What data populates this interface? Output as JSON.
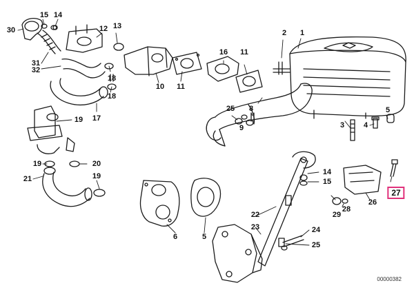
{
  "diagram": {
    "drawing_number": "00000382",
    "highlight_color": "#e0307a",
    "parts": [
      {
        "id": "p15a",
        "label": "15"
      },
      {
        "id": "p14a",
        "label": "14"
      },
      {
        "id": "p30",
        "label": "30"
      },
      {
        "id": "p12",
        "label": "12"
      },
      {
        "id": "p13",
        "label": "13"
      },
      {
        "id": "p31",
        "label": "31"
      },
      {
        "id": "p32",
        "label": "32"
      },
      {
        "id": "p18a",
        "label": "18"
      },
      {
        "id": "p18b",
        "label": "18"
      },
      {
        "id": "p19a",
        "label": "19"
      },
      {
        "id": "p17",
        "label": "17"
      },
      {
        "id": "p10",
        "label": "10"
      },
      {
        "id": "p11a",
        "label": "11"
      },
      {
        "id": "p16",
        "label": "16"
      },
      {
        "id": "p11b",
        "label": "11"
      },
      {
        "id": "p2",
        "label": "2"
      },
      {
        "id": "p1",
        "label": "1"
      },
      {
        "id": "p25a",
        "label": "25"
      },
      {
        "id": "p9",
        "label": "9"
      },
      {
        "id": "p8",
        "label": "8"
      },
      {
        "id": "p3",
        "label": "3"
      },
      {
        "id": "p4",
        "label": "4"
      },
      {
        "id": "p5b",
        "label": "5"
      },
      {
        "id": "p19b",
        "label": "19"
      },
      {
        "id": "p20",
        "label": "20"
      },
      {
        "id": "p21",
        "label": "21"
      },
      {
        "id": "p19c",
        "label": "19"
      },
      {
        "id": "p14b",
        "label": "14"
      },
      {
        "id": "p15b",
        "label": "15"
      },
      {
        "id": "p27",
        "label": "27",
        "highlight": true
      },
      {
        "id": "p26",
        "label": "26"
      },
      {
        "id": "p28",
        "label": "28"
      },
      {
        "id": "p29",
        "label": "29"
      },
      {
        "id": "p22",
        "label": "22"
      },
      {
        "id": "p23",
        "label": "23"
      },
      {
        "id": "p24",
        "label": "24"
      },
      {
        "id": "p25b",
        "label": "25"
      },
      {
        "id": "p6",
        "label": "6"
      },
      {
        "id": "p5a",
        "label": "5"
      }
    ]
  }
}
